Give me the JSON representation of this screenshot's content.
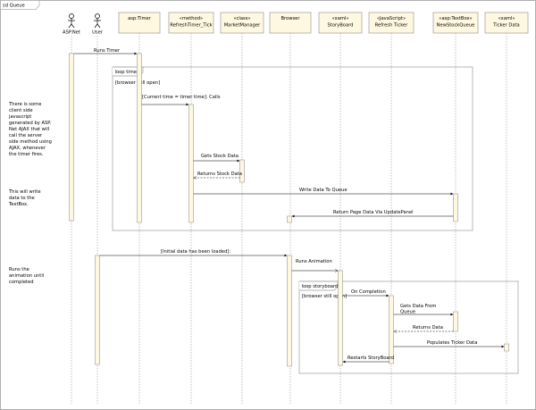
{
  "frame": {
    "title": "sd Queue"
  },
  "actors": [
    {
      "id": "aspnet",
      "label": "ASP.Net"
    },
    {
      "id": "user",
      "label": "User"
    }
  ],
  "lifelines": [
    {
      "id": "timer",
      "stereotype": "",
      "label": "asp:Timer"
    },
    {
      "id": "refresh",
      "stereotype": "«method»",
      "label": "RefreshTimer_Tick"
    },
    {
      "id": "market",
      "stereotype": "«class»",
      "label": "MarketManager"
    },
    {
      "id": "browser",
      "stereotype": "",
      "label": "Browser"
    },
    {
      "id": "storyboard",
      "stereotype": "«xaml»",
      "label": "StoryBoard"
    },
    {
      "id": "jsticker",
      "stereotype": "«JavaScript»",
      "label": "Refresh Ticker"
    },
    {
      "id": "textbox",
      "stereotype": "«asp:TextBox»",
      "label": "NewStockQueue"
    },
    {
      "id": "tickerdata",
      "stereotype": "«xaml»",
      "label": "Ticker Data"
    }
  ],
  "fragments": [
    {
      "id": "loop-timer",
      "operator": "loop timer",
      "guard": "[browser still open]"
    },
    {
      "id": "loop-storyboard",
      "operator": "loop storyboard",
      "guard": "[browser still open]"
    }
  ],
  "messages": [
    {
      "id": "runs-timer",
      "label": "Runs Timer"
    },
    {
      "id": "calls",
      "label": "[Current time = timer time]: Calls"
    },
    {
      "id": "gets-stock",
      "label": "Gets Stock Data"
    },
    {
      "id": "returns-stock",
      "label": "Returns Stock Data"
    },
    {
      "id": "write-queue",
      "label": "Write Data To Queue"
    },
    {
      "id": "return-page",
      "label": "Return Page Data Via UpdatePanel"
    },
    {
      "id": "initial-loaded",
      "label": "[Initial data has been loaded]:"
    },
    {
      "id": "runs-animation",
      "label": "Runs Animation"
    },
    {
      "id": "on-completion",
      "label": "On Completion"
    },
    {
      "id": "gets-data-queue",
      "label": "Gets Data From Queue"
    },
    {
      "id": "returns-data",
      "label": "Returns Data"
    },
    {
      "id": "populates-ticker",
      "label": "Populates Ticker Data"
    },
    {
      "id": "restarts-storyboard",
      "label": "Restarts StoryBoard"
    }
  ],
  "notes": [
    {
      "id": "note-client-js",
      "lines": [
        "There is some",
        "client side",
        "javascript",
        "generated by ASP.",
        "Net AJAX that will",
        "call the server",
        "side method using",
        "AJAX, whenever",
        "the timer fires."
      ]
    },
    {
      "id": "note-write-data",
      "lines": [
        "This will write",
        "data to the",
        "TextBox."
      ]
    },
    {
      "id": "note-runs-anim",
      "lines": [
        "Runs the",
        "animation until",
        "completed"
      ]
    }
  ],
  "colors": {
    "lifeline_fill": "#fff8e1",
    "line": "#9a9a9a",
    "frame": "#b0b0b0"
  }
}
